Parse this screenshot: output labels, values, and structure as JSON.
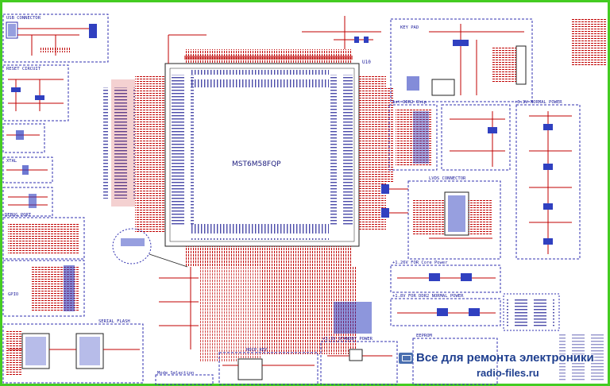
{
  "chip": {
    "ref": "U10",
    "part": "MST6M58FQP"
  },
  "blocks": [
    {
      "id": "usb",
      "label": "USB CONNECTOR"
    },
    {
      "id": "reset",
      "label": "RESET CIRCUIT"
    },
    {
      "id": "xtal",
      "label": "XTAL"
    },
    {
      "id": "debug",
      "label": "DEBUG PORT"
    },
    {
      "id": "gpio",
      "label": "GPIO"
    },
    {
      "id": "serial-flash",
      "label": "SERIAL FLASH"
    },
    {
      "id": "hdcp",
      "label": "HDCP_KEY"
    },
    {
      "id": "mode",
      "label": "Mode Selection"
    },
    {
      "id": "keypad",
      "label": "KEY PAD"
    },
    {
      "id": "ddr2",
      "label": "1st DDR2 Chip"
    },
    {
      "id": "normal-power",
      "label": "+3.3V NORMAL POWER"
    },
    {
      "id": "lvds",
      "label": "LVDS CONNECTOR"
    },
    {
      "id": "core-power",
      "label": "+1.26V FOR Core Power"
    },
    {
      "id": "ddr2-power",
      "label": "+1.8V FOR DDR2 NORMAL POWER"
    },
    {
      "id": "standby-power",
      "label": "+3.3V STANDBY POWER"
    },
    {
      "id": "eeprom",
      "label": "EEPROM"
    }
  ],
  "watermark": {
    "title": "Все для ремонта электроники",
    "site": "radio-files.ru"
  },
  "colors": {
    "frame": "#44cc22",
    "wire": "#c00000",
    "box": "#3030b0",
    "text": "#1a1a9a"
  }
}
